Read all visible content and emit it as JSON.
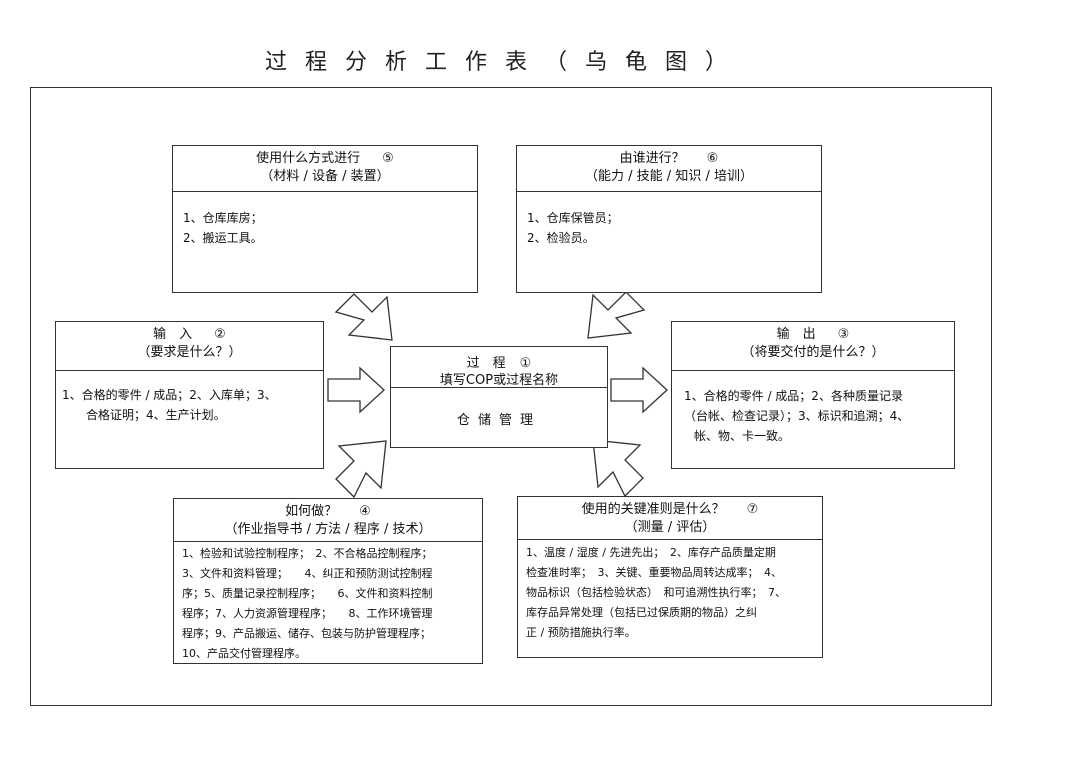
{
  "title": "过程分析工作表（乌龟图）",
  "boxes": {
    "method": {
      "head_line1": "使用什么方式进行",
      "num": "⑤",
      "head_line2": "（材料 / 设备 / 装置）",
      "items": [
        "1、仓库库房；",
        "2、搬运工具。"
      ]
    },
    "who": {
      "head_line1": "由谁进行？",
      "num": "⑥",
      "head_line2": "（能力 / 技能 / 知识 / 培训）",
      "items": [
        "1、仓库保管员；",
        "2、检验员。"
      ]
    },
    "input": {
      "head_line1": "输　入",
      "num": "②",
      "head_line2": "（要求是什么？）",
      "items": [
        "1、合格的零件 / 成品；2、入库单；3、",
        "　　合格证明；4、生产计划。"
      ]
    },
    "process": {
      "head_line1": "过　程",
      "num": "①",
      "head_line2": "填写COP或过程名称",
      "body": "仓储管理"
    },
    "output": {
      "head_line1": "输　出",
      "num": "③",
      "head_line2": "（将要交付的是什么？）",
      "items": [
        "1、合格的零件 / 成品；2、各种质量记录",
        "（台帐、检查记录）；3、标识和追溯；4、",
        "帐、物、卡一致。"
      ]
    },
    "how": {
      "head_line1": "如何做？",
      "num": "④",
      "head_line2": "（作业指导书 / 方法 / 程序 / 技术）",
      "items": [
        "1、检验和试验控制程序；　2、不合格品控制程序；",
        "3、文件和资料管理；　　4、纠正和预防测试控制程",
        "序；5、质量记录控制程序；　　6、文件和资料控制",
        "程序；7、人力资源管理程序；　　8、工作环境管理",
        "程序；9、产品搬运、储存、包装与防护管理程序；",
        "10、产品交付管理程序。"
      ]
    },
    "criteria": {
      "head_line1": "使用的关键准则是什么？",
      "num": "⑦",
      "head_line2": "（测量 / 评估）",
      "items": [
        "1、温度 / 湿度 / 先进先出；　2、库存产品质量定期",
        "检查准时率；　3、关键、重要物品周转达成率；　4、",
        "物品标识（包括检验状态）　和可追溯性执行率；　7、",
        "库存品异常处理（包括已过保质期的物品）之纠",
        "正 / 预防措施执行率。"
      ]
    }
  }
}
